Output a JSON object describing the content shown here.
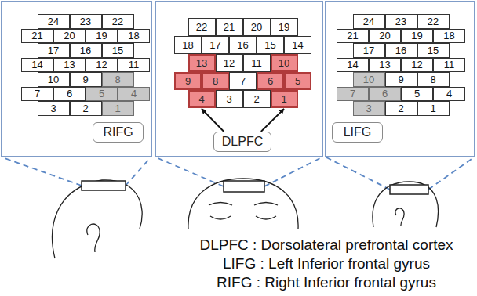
{
  "diagram": {
    "nodes": [
      {
        "text": [
          "24"
        ]
      },
      {
        "text": [
          "23"
        ]
      },
      {
        "text": [
          "22"
        ]
      },
      {
        "text": [
          "21"
        ]
      },
      {
        "text": [
          "20"
        ]
      },
      {
        "text": [
          "19"
        ]
      },
      {
        "text": [
          "18"
        ]
      },
      {
        "text": [
          "17"
        ]
      },
      {
        "text": [
          "16"
        ]
      },
      {
        "text": [
          "15"
        ]
      },
      {
        "text": [
          "14"
        ]
      },
      {
        "text": [
          "13"
        ]
      },
      {
        "text": [
          "12"
        ]
      },
      {
        "text": [
          "11"
        ]
      },
      {
        "text": [
          "10"
        ]
      },
      {
        "text": [
          "9"
        ]
      },
      {
        "text": [
          "8"
        ]
      },
      {
        "text": [
          "7"
        ]
      },
      {
        "text": [
          "6"
        ]
      },
      {
        "text": [
          "5"
        ]
      },
      {
        "text": [
          "4"
        ]
      },
      {
        "text": [
          "3"
        ]
      },
      {
        "text": [
          "2"
        ]
      },
      {
        "text": [
          "1"
        ]
      },
      {
        "text": [
          "RIFG"
        ]
      },
      {
        "text": [
          "22"
        ]
      },
      {
        "text": [
          "21"
        ]
      },
      {
        "text": [
          "20"
        ]
      },
      {
        "text": [
          "19"
        ]
      },
      {
        "text": [
          "18"
        ]
      },
      {
        "text": [
          "17"
        ]
      },
      {
        "text": [
          "16"
        ]
      },
      {
        "text": [
          "15"
        ]
      },
      {
        "text": [
          "14"
        ]
      },
      {
        "text": [
          "13"
        ]
      },
      {
        "text": [
          "12"
        ]
      },
      {
        "text": [
          "11"
        ]
      },
      {
        "text": [
          "10"
        ]
      },
      {
        "text": [
          "9"
        ]
      },
      {
        "text": [
          "8"
        ]
      },
      {
        "text": [
          "7"
        ]
      },
      {
        "text": [
          "6"
        ]
      },
      {
        "text": [
          "5"
        ]
      },
      {
        "text": [
          "4"
        ]
      },
      {
        "text": [
          "3"
        ]
      },
      {
        "text": [
          "2"
        ]
      },
      {
        "text": [
          "1"
        ]
      },
      {
        "text": [
          "DLPFC"
        ]
      },
      {
        "text": [
          "24"
        ]
      },
      {
        "text": [
          "23"
        ]
      },
      {
        "text": [
          "22"
        ]
      },
      {
        "text": [
          "21"
        ]
      },
      {
        "text": [
          "20"
        ]
      },
      {
        "text": [
          "19"
        ]
      },
      {
        "text": [
          "18"
        ]
      },
      {
        "text": [
          "17"
        ]
      },
      {
        "text": [
          "16"
        ]
      },
      {
        "text": [
          "15"
        ]
      },
      {
        "text": [
          "14"
        ]
      },
      {
        "text": [
          "13"
        ]
      },
      {
        "text": [
          "12"
        ]
      },
      {
        "text": [
          "11"
        ]
      },
      {
        "text": [
          "10"
        ]
      },
      {
        "text": [
          "9"
        ]
      },
      {
        "text": [
          "8"
        ]
      },
      {
        "text": [
          "7"
        ]
      },
      {
        "text": [
          "6"
        ]
      },
      {
        "text": [
          "5"
        ]
      },
      {
        "text": [
          "4"
        ]
      },
      {
        "text": [
          "3"
        ]
      },
      {
        "text": [
          "2"
        ]
      },
      {
        "text": [
          "1"
        ]
      },
      {
        "text": [
          "LIFG"
        ]
      }
    ],
    "edges": [
      {
        "from": 47,
        "to": 43,
        "arrow": "to"
      },
      {
        "from": 47,
        "to": 46,
        "arrow": "to"
      }
    ],
    "labels": [
      "DLPFC : Dorsolateral prefrontal cortex",
      "LIFG : Left Inferior frontal gyrus",
      "RIFG : Right Inferior frontal gyrus"
    ]
  }
}
